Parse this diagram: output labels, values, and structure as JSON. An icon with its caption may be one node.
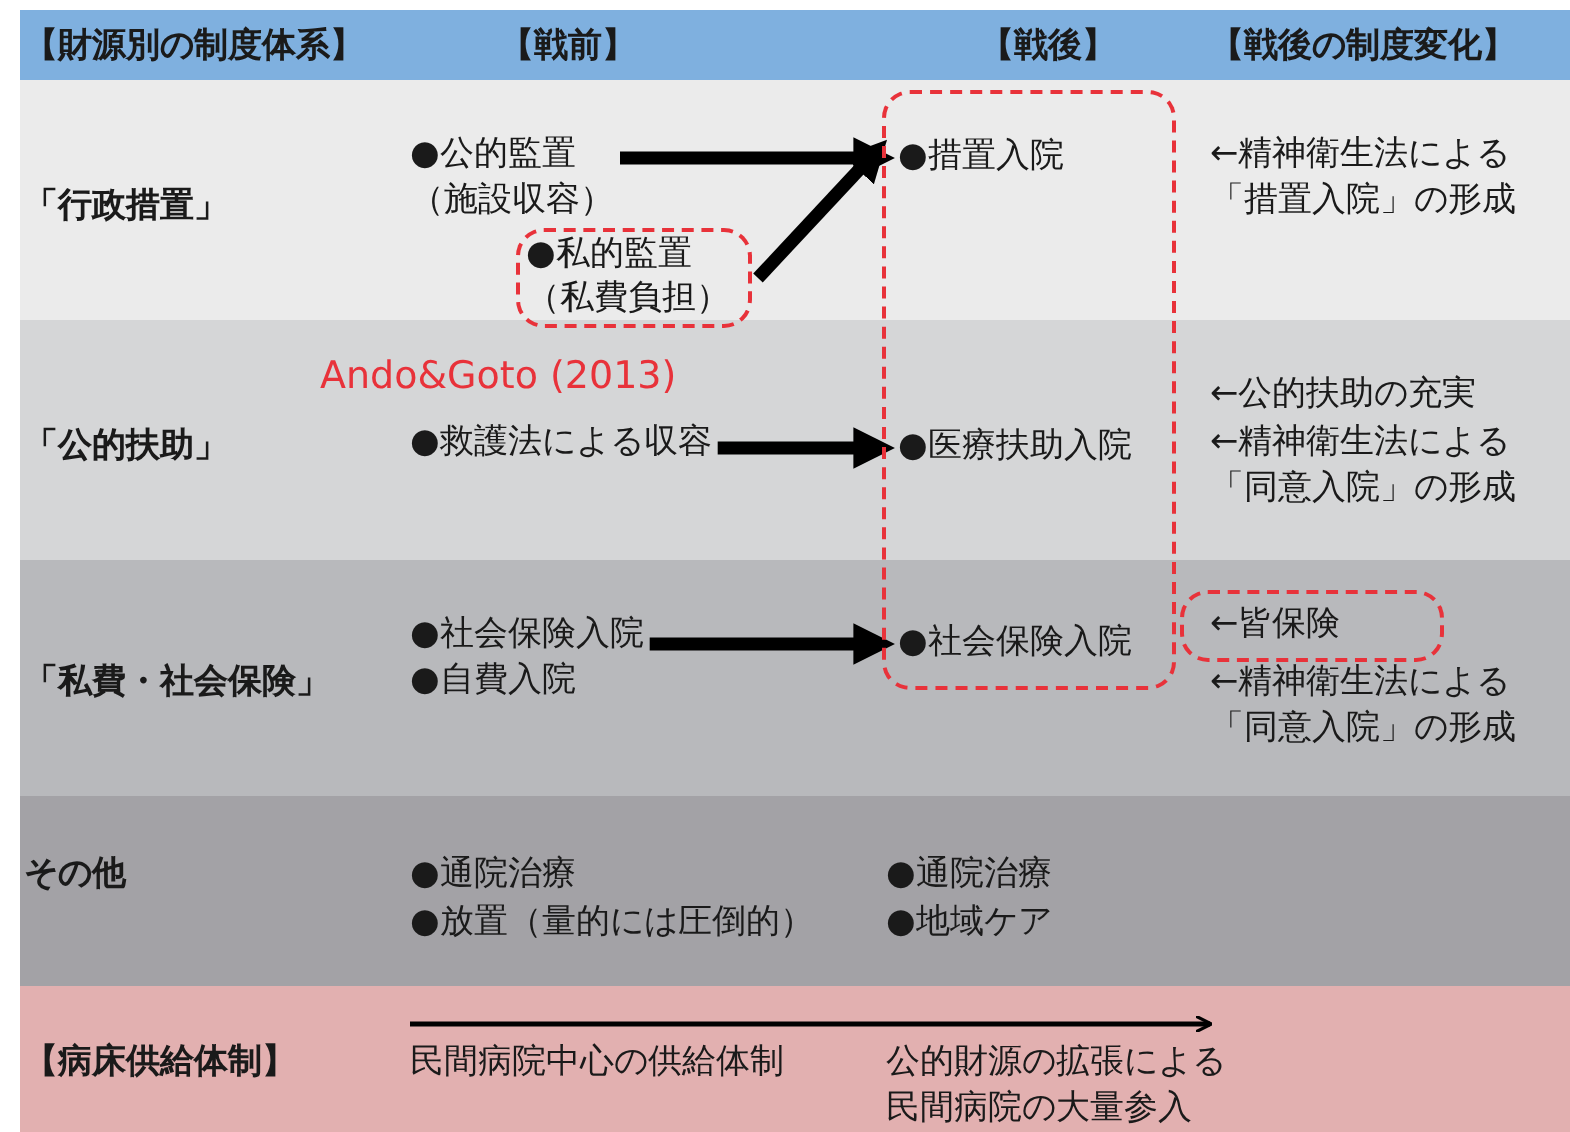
{
  "diagram": {
    "nodes": [
      {
        "text": [
          "●公的監置（施設収容）"
        ]
      },
      {
        "text": [
          "●私的監置（私費負担）"
        ]
      },
      {
        "text": [],
        "shape": "box"
      },
      {
        "text": [
          "●措置入院"
        ],
        "in": 2
      },
      {
        "text": [
          "●救護法による収容"
        ]
      },
      {
        "text": [
          "●医療扶助入院"
        ],
        "in": 2
      },
      {
        "text": [
          "●社会保険入院",
          "●自費入院"
        ]
      },
      {
        "text": [
          "●社会保険入院"
        ],
        "in": 2
      },
      {
        "text": [
          "←皆保険"
        ]
      }
    ],
    "edges": [
      {
        "from": 0,
        "to": 3,
        "arrow": "to"
      },
      {
        "from": 1,
        "to": 3,
        "arrow": "to"
      },
      {
        "from": 4,
        "to": 5,
        "arrow": "to"
      },
      {
        "from": 6,
        "to": 7,
        "arrow": "to"
      }
    ],
    "labels": [
      "【財源別の制度体系】",
      "【戦前】",
      "【戦後】",
      "【戦後の制度変化】",
      "「行政措置」",
      "←精神衛生法による「措置入院」の形成",
      "Ando&Goto (2013)",
      "「公的扶助」",
      "←公的扶助の充実",
      "←精神衛生法による「同意入院」の形成",
      "「私費・社会保険」",
      "←精神衛生法による「同意入院」の形成",
      "その他",
      "●通院治療",
      "●放置（量的には圧倒的）",
      "●通院治療",
      "●地域ケア",
      "【病床供給体制】",
      "民間病院中心の供給体制",
      "公的財源の拡張による民間病院の大量参入"
    ]
  }
}
